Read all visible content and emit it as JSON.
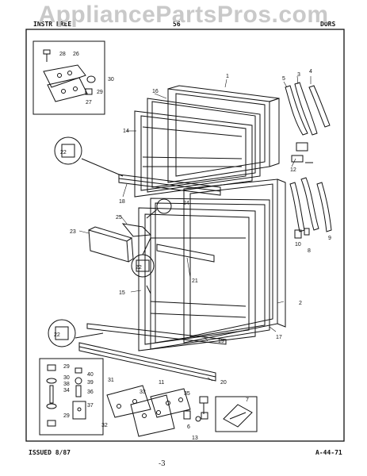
{
  "watermark": "AppliancePartsPros.com",
  "header": {
    "left": "INSTR FREE",
    "middle": "56",
    "right": "DORS"
  },
  "footer": {
    "issued": "ISSUED 8/87",
    "code": "A-44-71",
    "page_mark": "-3"
  },
  "callouts": {
    "c1": "1",
    "c2": "2",
    "c3": "3",
    "c4": "4",
    "c5": "5",
    "c6": "6",
    "c7": "7",
    "c8": "8",
    "c9": "9",
    "c10": "10",
    "c11": "11",
    "c12": "12",
    "c13": "13",
    "c14": "14",
    "c15": "15",
    "c16": "16",
    "c17": "17",
    "c18": "18",
    "c19": "19",
    "c20": "20",
    "c21": "21",
    "c22a": "22",
    "c22b": "22",
    "c22c": "22",
    "c23": "23",
    "c24": "24",
    "c25": "25",
    "c26": "26",
    "c27": "27",
    "c28": "28",
    "c29a": "29",
    "c29b": "29",
    "c29c": "29",
    "c30a": "30",
    "c30b": "30",
    "c31": "31",
    "c32": "32",
    "c33": "33",
    "c34": "34",
    "c35": "35",
    "c36": "36",
    "c37": "37",
    "c38": "38",
    "c39": "39",
    "c40": "40"
  }
}
